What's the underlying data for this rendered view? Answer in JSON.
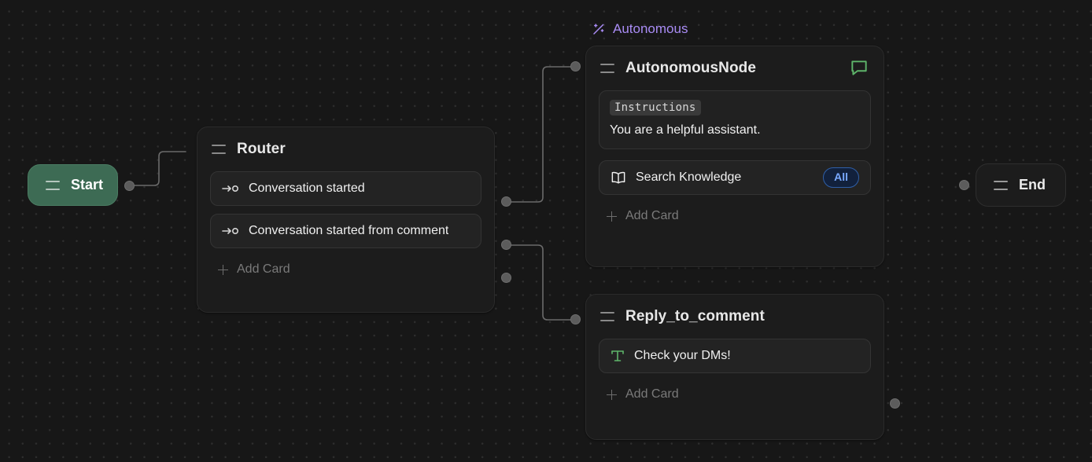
{
  "canvas": {
    "background_color": "#171717",
    "grid": "dot-grid"
  },
  "group": {
    "label": "Autonomous",
    "icon": "magic-wand-icon",
    "color": "#a98cf5"
  },
  "start_node": {
    "label": "Start",
    "handle_icon": "drag-handle-icon",
    "color": "#3d6b54"
  },
  "end_node": {
    "label": "End",
    "handle_icon": "drag-handle-icon"
  },
  "router_node": {
    "title": "Router",
    "handle_icon": "drag-handle-icon",
    "cards": [
      {
        "label": "Conversation started",
        "icon": "route-arrow-icon"
      },
      {
        "label": "Conversation started from comment",
        "icon": "route-arrow-icon"
      }
    ],
    "add_card_label": "Add Card",
    "add_card_icon": "plus-icon"
  },
  "autonomous_node": {
    "title": "AutonomousNode",
    "handle_icon": "drag-handle-icon",
    "header_icon": "chat-bubble-icon",
    "header_icon_color": "#5eb46a",
    "instructions": {
      "badge": "Instructions",
      "text": "You are a helpful assistant."
    },
    "cards": [
      {
        "label": "Search Knowledge",
        "icon": "book-icon",
        "badge": "All",
        "badge_color": "#79a9ff"
      }
    ],
    "add_card_label": "Add Card",
    "add_card_icon": "plus-icon"
  },
  "reply_node": {
    "title": "Reply_to_comment",
    "handle_icon": "drag-handle-icon",
    "cards": [
      {
        "label": "Check your DMs!",
        "icon": "text-t-icon",
        "icon_color": "#5eb46a"
      }
    ],
    "add_card_label": "Add Card",
    "add_card_icon": "plus-icon"
  }
}
